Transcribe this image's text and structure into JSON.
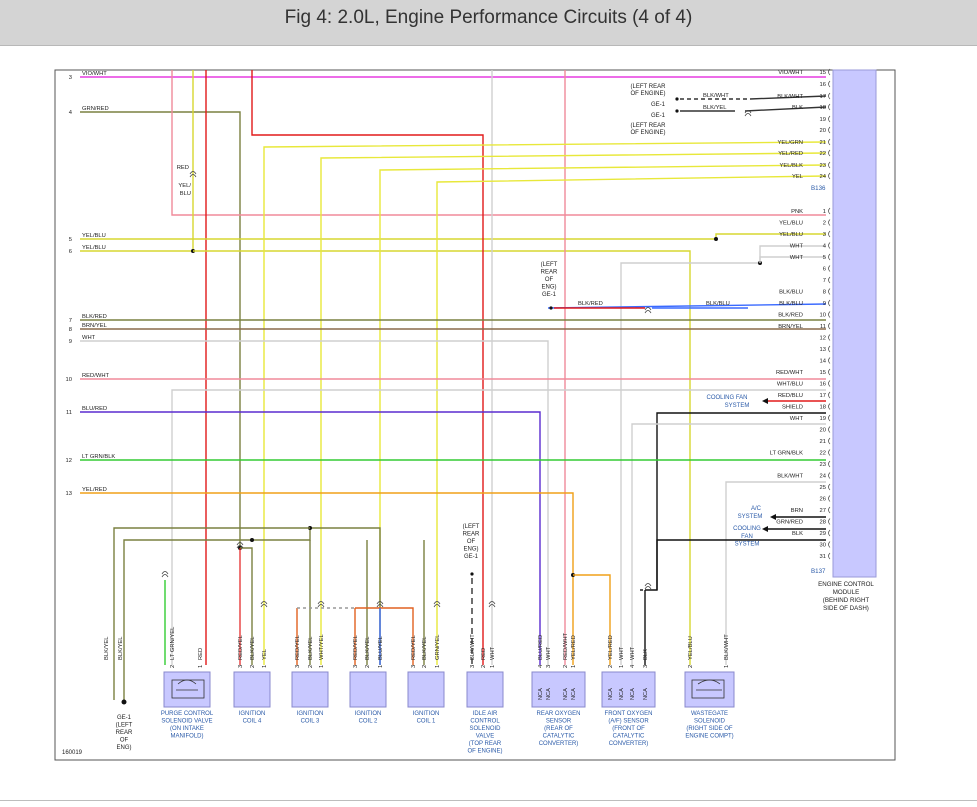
{
  "title": "Fig 4: 2.0L, Engine Performance Circuits (4 of 4)",
  "figure_code": "160019",
  "colors": {
    "title_bar": "#d4d4d4",
    "module_fill": "#c8c8ff",
    "violet_white": "#e53be0",
    "green_red": "#7a8040",
    "red": "#e21a1a",
    "yellow_blue": "#d7d730",
    "yellow": "#e8e83a",
    "pink": "#f08a9a",
    "white": "#cfcfcf",
    "black": "#111111",
    "blue_red": "#5a2ccf",
    "lt_green_black": "#33cc33",
    "yellow_red": "#f0a018",
    "brown": "#8a6a4a",
    "blue": "#3a6aff",
    "link_blue": "#2a5aa8"
  },
  "left_wires": [
    {
      "num": "3",
      "label": "VIO/WHT"
    },
    {
      "num": "4",
      "label": "GRN/RED"
    },
    {
      "num": "5",
      "label": "YEL/BLU"
    },
    {
      "num": "6",
      "label": "YEL/BLU"
    },
    {
      "num": "7",
      "label": "BLK/RED"
    },
    {
      "num": "8",
      "label": "BRN/YEL"
    },
    {
      "num": "9",
      "label": "WHT"
    },
    {
      "num": "10",
      "label": "RED/WHT"
    },
    {
      "num": "11",
      "label": "BLU/RED"
    },
    {
      "num": "12",
      "label": "LT GRN/BLK"
    },
    {
      "num": "13",
      "label": "YEL/RED"
    }
  ],
  "connector_b136": {
    "name": "B136",
    "pins": [
      {
        "n": "15",
        "label": "VIO/WHT"
      },
      {
        "n": "16",
        "label": ""
      },
      {
        "n": "17",
        "label": "BLK/WHT"
      },
      {
        "n": "18",
        "label": "BLK"
      },
      {
        "n": "19",
        "label": ""
      },
      {
        "n": "20",
        "label": ""
      },
      {
        "n": "21",
        "label": "YEL/GRN"
      },
      {
        "n": "22",
        "label": "YEL/RED"
      },
      {
        "n": "23",
        "label": "YEL/BLK"
      },
      {
        "n": "24",
        "label": "YEL"
      }
    ]
  },
  "connector_b137": {
    "name": "B137",
    "pins": [
      {
        "n": "1",
        "label": "PNK"
      },
      {
        "n": "2",
        "label": "YEL/BLU"
      },
      {
        "n": "3",
        "label": "YEL/BLU"
      },
      {
        "n": "4",
        "label": "WHT"
      },
      {
        "n": "5",
        "label": "WHT"
      },
      {
        "n": "6",
        "label": ""
      },
      {
        "n": "7",
        "label": ""
      },
      {
        "n": "8",
        "label": "BLK/BLU"
      },
      {
        "n": "9",
        "label": "BLK/BLU"
      },
      {
        "n": "10",
        "label": "BLK/RED"
      },
      {
        "n": "11",
        "label": "BRN/YEL"
      },
      {
        "n": "12",
        "label": ""
      },
      {
        "n": "13",
        "label": ""
      },
      {
        "n": "14",
        "label": ""
      },
      {
        "n": "15",
        "label": "RED/WHT"
      },
      {
        "n": "16",
        "label": "WHT/BLU"
      },
      {
        "n": "17",
        "label": "RED/BLU"
      },
      {
        "n": "18",
        "label": "SHIELD"
      },
      {
        "n": "19",
        "label": "WHT"
      },
      {
        "n": "20",
        "label": ""
      },
      {
        "n": "21",
        "label": ""
      },
      {
        "n": "22",
        "label": "LT GRN/BLK"
      },
      {
        "n": "23",
        "label": ""
      },
      {
        "n": "24",
        "label": "BLK/WHT"
      },
      {
        "n": "25",
        "label": ""
      },
      {
        "n": "26",
        "label": ""
      },
      {
        "n": "27",
        "label": "BRN"
      },
      {
        "n": "28",
        "label": "GRN/RED"
      },
      {
        "n": "29",
        "label": "BLK"
      },
      {
        "n": "30",
        "label": ""
      },
      {
        "n": "31",
        "label": ""
      }
    ]
  },
  "ecm_label": [
    "ENGINE CONTROL",
    "MODULE",
    "(BEHIND RIGHT",
    "SIDE OF DASH)"
  ],
  "ground_top": {
    "lines": [
      "(LEFT REAR",
      "OF ENGINE)",
      "GE-1",
      "GE-1",
      "(LEFT REAR",
      "OF ENGINE)"
    ],
    "wire_a": "BLK/WHT",
    "wire_b": "BLK/YEL"
  },
  "ground_mid": {
    "lines": [
      "(LEFT",
      "REAR",
      "OF",
      "ENG)",
      "GE-1"
    ],
    "wire_a": "BLK/RED",
    "wire_b": "BLK/BLU"
  },
  "cooling_fan_link": [
    "COOLING FAN",
    "SYSTEM"
  ],
  "ac_link": [
    "A/C",
    "SYSTEM"
  ],
  "cooling_fan_link2": [
    "COOLING",
    "FAN",
    "SYSTEM"
  ],
  "red_yelblu_labels": [
    "RED",
    "YEL/",
    "BLU"
  ],
  "iac_ground": [
    "(LEFT",
    "REAR",
    "OF",
    "ENG)",
    "GE-1"
  ],
  "ge1_bottom": [
    "GE-1",
    "(LEFT",
    "REAR",
    "OF",
    "ENG)"
  ],
  "ground_wires": [
    "BLK/YEL",
    "BLK/YEL"
  ],
  "components": [
    {
      "key": "purge",
      "name": [
        "PURGE CONTROL",
        "SOLENOID VALVE",
        "(ON INTAKE",
        "MANIFOLD)"
      ],
      "pins": [
        {
          "n": "2",
          "w": "LT GRN/YEL"
        },
        {
          "n": "1",
          "w": "RED"
        }
      ]
    },
    {
      "key": "coil4",
      "name": [
        "IGNITION",
        "COIL 4"
      ],
      "pins": [
        {
          "n": "3",
          "w": "RED/YEL"
        },
        {
          "n": "2",
          "w": "BLK/YEL"
        },
        {
          "n": "1",
          "w": "YEL"
        }
      ]
    },
    {
      "key": "coil3",
      "name": [
        "IGNITION",
        "COIL 3"
      ],
      "pins": [
        {
          "n": "3",
          "w": "RED/YEL"
        },
        {
          "n": "2",
          "w": "BLK/YEL"
        },
        {
          "n": "1",
          "w": "WHT/YEL"
        }
      ]
    },
    {
      "key": "coil2",
      "name": [
        "IGNITION",
        "COIL 2"
      ],
      "pins": [
        {
          "n": "3",
          "w": "RED/YEL"
        },
        {
          "n": "2",
          "w": "BLK/YEL"
        },
        {
          "n": "1",
          "w": "BLU/YEL"
        }
      ]
    },
    {
      "key": "coil1",
      "name": [
        "IGNITION",
        "COIL 1"
      ],
      "pins": [
        {
          "n": "3",
          "w": "RED/YEL"
        },
        {
          "n": "2",
          "w": "BLK/YEL"
        },
        {
          "n": "1",
          "w": "GRN/YEL"
        }
      ]
    },
    {
      "key": "iac",
      "name": [
        "IDLE AIR",
        "CONTROL",
        "SOLENOID",
        "VALVE",
        "(TOP REAR",
        "OF ENGINE)"
      ],
      "pins": [
        {
          "n": "3",
          "w": "BLK/WHT"
        },
        {
          "n": "2",
          "w": "RED"
        },
        {
          "n": "1",
          "w": "WHT"
        }
      ]
    },
    {
      "key": "rearo2",
      "name": [
        "REAR OXYGEN",
        "SENSOR",
        "(REAR OF",
        "CATALYTIC",
        "CONVERTER)"
      ],
      "pins": [
        {
          "n": "4",
          "w": "BLU/RED"
        },
        {
          "n": "3",
          "w": "WHT"
        },
        {
          "n": "2",
          "w": "RED/WHT"
        },
        {
          "n": "1",
          "w": "YEL/RED"
        }
      ]
    },
    {
      "key": "fronto2",
      "name": [
        "FRONT OXYGEN",
        "(A/F) SENSOR",
        "(FRONT OF",
        "CATALYTIC",
        "CONVERTER)"
      ],
      "pins": [
        {
          "n": "2",
          "w": "YEL/RED"
        },
        {
          "n": "1",
          "w": "WHT"
        },
        {
          "n": "4",
          "w": "WHT"
        },
        {
          "n": "3",
          "w": "BLK"
        }
      ]
    },
    {
      "key": "wastegate",
      "name": [
        "WASTEGATE",
        "SOLENOID",
        "(RIGHT SIDE OF",
        "ENGINE COMPT)"
      ],
      "pins": [
        {
          "n": "2",
          "w": "YEL/BLU"
        },
        {
          "n": "1",
          "w": "BLK/WHT"
        }
      ]
    }
  ],
  "nca": "NCA"
}
